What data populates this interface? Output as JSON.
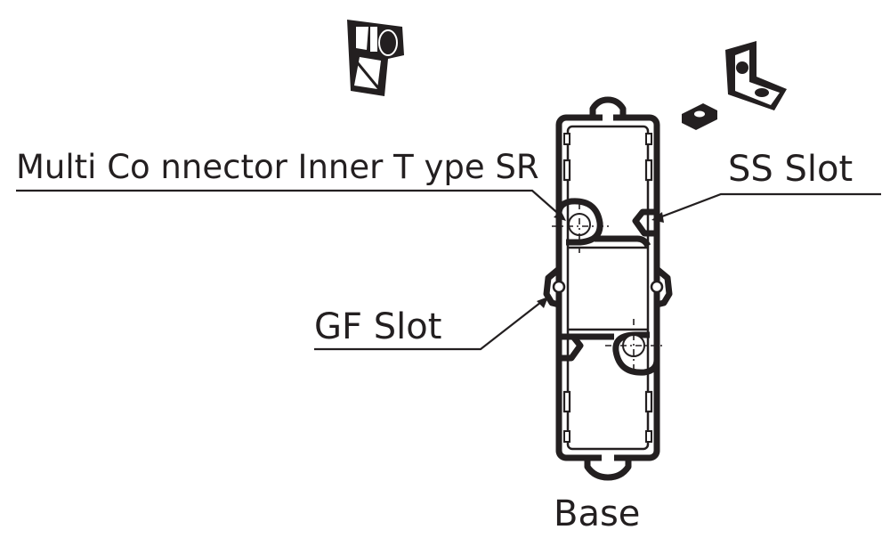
{
  "diagram": {
    "labels": {
      "multi_connector": "Multi Co nnector Inner T ype SR",
      "ss_slot": "SS Slot",
      "gf_slot": "GF Slot",
      "base": "Base"
    },
    "icons": {
      "connector": "multi-connector-part-icon",
      "bracket": "l-bracket-icon",
      "nut": "slot-nut-icon"
    },
    "colors": {
      "ink": "#231f20",
      "background": "#ffffff"
    }
  }
}
